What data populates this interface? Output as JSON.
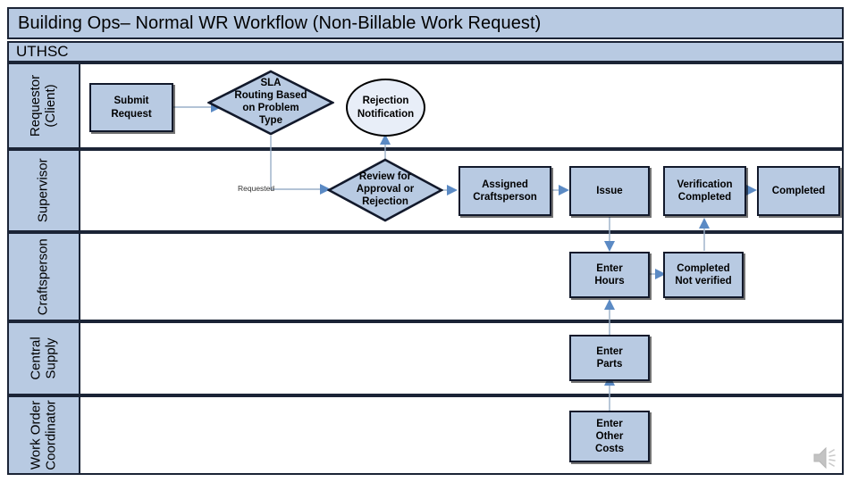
{
  "title": {
    "text": "Building Ops– Normal WR Workflow (Non-Billable Work Request)"
  },
  "pool": {
    "label": "UTHSC"
  },
  "colors": {
    "shape_fill": "#b8cae2",
    "shape_border": "#12192b",
    "header_fill": "#b8cae2",
    "connector": "#9aafc8",
    "arrowhead": "#5b8ac4",
    "oval_fill": "#e8eef8",
    "canvas": "#ffffff"
  },
  "lanes": [
    {
      "id": "requestor",
      "label": "Requestor\n(Client)"
    },
    {
      "id": "supervisor",
      "label": "Supervisor"
    },
    {
      "id": "craftsperson",
      "label": "Craftsperson"
    },
    {
      "id": "central",
      "label": "Central\nSupply"
    },
    {
      "id": "coordinator",
      "label": "Work Order\nCoordinator"
    }
  ],
  "nodes": [
    {
      "id": "submit-request",
      "lane": "requestor",
      "shape": "process",
      "label": "Submit\nRequest"
    },
    {
      "id": "sla-routing",
      "lane": "requestor",
      "shape": "decision",
      "label": "SLA\nRouting Based\non Problem\nType"
    },
    {
      "id": "rejection-notification",
      "lane": "requestor",
      "shape": "oval",
      "label": "Rejection\nNotification"
    },
    {
      "id": "review-approval",
      "lane": "supervisor",
      "shape": "decision",
      "label": "Review for\nApproval or\nRejection"
    },
    {
      "id": "assigned-craftsperson",
      "lane": "supervisor",
      "shape": "process",
      "label": "Assigned\nCraftsperson"
    },
    {
      "id": "issue",
      "lane": "supervisor",
      "shape": "process",
      "label": "Issue"
    },
    {
      "id": "verification-completed",
      "lane": "supervisor",
      "shape": "process",
      "label": "Verification\nCompleted"
    },
    {
      "id": "completed",
      "lane": "supervisor",
      "shape": "process",
      "label": "Completed"
    },
    {
      "id": "enter-hours",
      "lane": "craftsperson",
      "shape": "process",
      "label": "Enter\nHours"
    },
    {
      "id": "completed-not-verified",
      "lane": "craftsperson",
      "shape": "process",
      "label": "Completed\nNot verified"
    },
    {
      "id": "enter-parts",
      "lane": "central",
      "shape": "process",
      "label": "Enter\nParts"
    },
    {
      "id": "enter-other-costs",
      "lane": "coordinator",
      "shape": "process",
      "label": "Enter\nOther\nCosts"
    }
  ],
  "edges": [
    {
      "from": "submit-request",
      "to": "sla-routing",
      "label": ""
    },
    {
      "from": "sla-routing",
      "to": "review-approval",
      "label": "Requested"
    },
    {
      "from": "review-approval",
      "to": "rejection-notification",
      "label": ""
    },
    {
      "from": "review-approval",
      "to": "assigned-craftsperson",
      "label": ""
    },
    {
      "from": "assigned-craftsperson",
      "to": "issue",
      "label": ""
    },
    {
      "from": "verification-completed",
      "to": "completed",
      "label": ""
    },
    {
      "from": "issue",
      "to": "enter-hours",
      "label": ""
    },
    {
      "from": "enter-hours",
      "to": "completed-not-verified",
      "label": ""
    },
    {
      "from": "completed-not-verified",
      "to": "verification-completed",
      "label": ""
    },
    {
      "from": "enter-parts",
      "to": "enter-hours",
      "label": ""
    },
    {
      "from": "enter-other-costs",
      "to": "enter-parts",
      "label": ""
    }
  ],
  "edge_labels": {
    "requested": "Requested"
  },
  "icons": {
    "speaker": "speaker-icon"
  }
}
